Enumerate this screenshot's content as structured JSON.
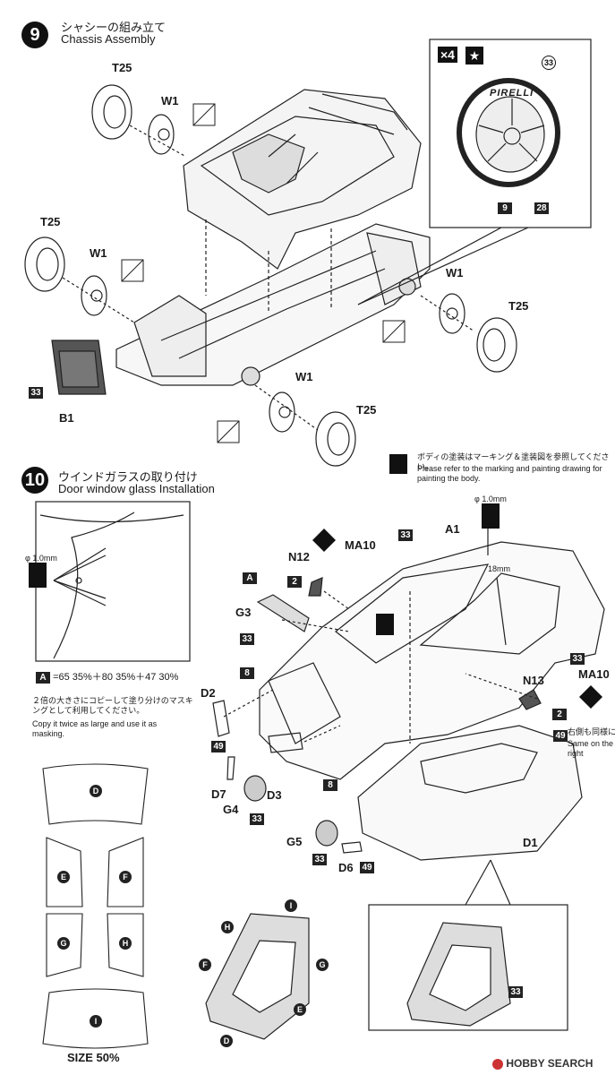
{
  "step9": {
    "number": "9",
    "title_jp": "シャシーの組み立て",
    "title_en": "Chassis Assembly",
    "labels": {
      "t25_a": "T25",
      "w1_a": "W1",
      "t25_b": "T25",
      "w1_b": "W1",
      "w1_c": "W1",
      "t25_c": "T25",
      "w1_d": "W1",
      "t25_d": "T25",
      "part_33": "33",
      "b1": "B1"
    },
    "inset": {
      "qty": "×4",
      "tire_brand": "PIRELLI",
      "callout_33": "33",
      "callout_9": "9",
      "callout_28": "28"
    }
  },
  "step10": {
    "number": "10",
    "title_jp": "ウインドガラスの取り付け",
    "title_en": "Door window glass Installation",
    "paint_note_jp": "ボディの塗装はマーキング＆塗装図を参照してください。",
    "paint_note_en": "Please refer to the marking and painting drawing for painting the body.",
    "drill_1": "φ 1.0mm",
    "drill_2": "φ 1.0mm",
    "dim_18": "18mm",
    "mix_a": "A",
    "mix_formula": "=65 35%＋80 35%＋47 30%",
    "copy_note_jp": "２倍の大きさにコピーして塗り分けのマスキングとして利用してください。",
    "copy_note_en": "Copy it twice as large and use it as masking.",
    "size_label": "SIZE 50%",
    "same_right_jp": "右側も同様に",
    "same_right_en": "Same on the right",
    "labels": {
      "n12": "N12",
      "ma10_a": "MA10",
      "a1": "A1",
      "c33_top": "33",
      "c2_a": "2",
      "a_box": "A",
      "g3": "G3",
      "c33_g3": "33",
      "c8_a": "8",
      "d2": "D2",
      "c49_a": "49",
      "d7": "D7",
      "g4": "G4",
      "d3": "D3",
      "c33_g4": "33",
      "c8_b": "8",
      "g5": "G5",
      "c33_g5": "33",
      "d6": "D6",
      "c49_b": "49",
      "d1": "D1",
      "n13": "N13",
      "ma10_b": "MA10",
      "c2_b": "2",
      "c33_side": "33",
      "c33_roof": "33",
      "c49_side": "49"
    },
    "masks": {
      "d": "D",
      "e": "E",
      "f": "F",
      "g": "G",
      "h": "H",
      "i": "I"
    },
    "glass_labels": {
      "i": "I",
      "h": "H",
      "f": "F",
      "g": "G",
      "e": "E",
      "d": "D"
    }
  },
  "footer": {
    "brand": "HOBBY SEARCH"
  }
}
